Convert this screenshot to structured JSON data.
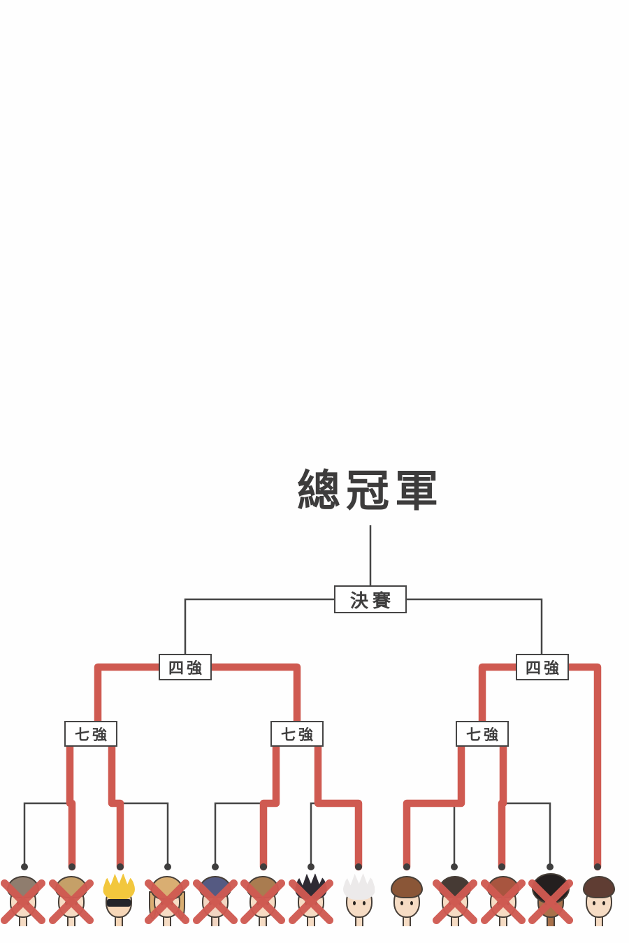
{
  "title": "總冠軍",
  "bracket": {
    "final_label": "決賽",
    "semi_label": "四強",
    "quarter_label": "七強"
  },
  "colors": {
    "advance_red": "#cf5a51",
    "line_gray": "#454545",
    "text_dark": "#3d3c3c"
  },
  "avatars": [
    {
      "label": "player-1",
      "eliminated": true,
      "reached": "round1",
      "hair": "#8f7d6e",
      "skin": "#f6dcc4",
      "style": "short",
      "sunglasses": false
    },
    {
      "label": "player-2",
      "eliminated": true,
      "reached": "quarter",
      "hair": "#c5a068",
      "skin": "#f6dcc4",
      "style": "short",
      "sunglasses": false
    },
    {
      "label": "player-3",
      "eliminated": false,
      "reached": "semifinal",
      "hair": "#f2c73d",
      "skin": "#f6d7b8",
      "style": "spiky",
      "sunglasses": true
    },
    {
      "label": "player-4",
      "eliminated": true,
      "reached": "round1",
      "hair": "#d9ae72",
      "skin": "#f6dcc4",
      "style": "long",
      "sunglasses": false
    },
    {
      "label": "player-5",
      "eliminated": true,
      "reached": "round1",
      "hair": "#555a82",
      "skin": "#f2d6c2",
      "style": "short",
      "sunglasses": false
    },
    {
      "label": "player-6",
      "eliminated": true,
      "reached": "quarter",
      "hair": "#a97c50",
      "skin": "#f6dcc4",
      "style": "short",
      "sunglasses": false
    },
    {
      "label": "player-7",
      "eliminated": true,
      "reached": "round1",
      "hair": "#2e2b33",
      "skin": "#f6dcc4",
      "style": "spiky",
      "sunglasses": false
    },
    {
      "label": "player-8",
      "eliminated": false,
      "reached": "semifinal",
      "hair": "#eceaea",
      "skin": "#f6dcc4",
      "style": "spiky",
      "sunglasses": false
    },
    {
      "label": "player-9",
      "eliminated": false,
      "reached": "semifinal",
      "hair": "#8a5637",
      "skin": "#f6dcc4",
      "style": "short",
      "sunglasses": false
    },
    {
      "label": "player-10",
      "eliminated": true,
      "reached": "round1",
      "hair": "#463a34",
      "skin": "#f6dcc4",
      "style": "short",
      "sunglasses": false
    },
    {
      "label": "player-11",
      "eliminated": true,
      "reached": "quarter",
      "hair": "#a8553f",
      "skin": "#f6dcc4",
      "style": "short",
      "sunglasses": false
    },
    {
      "label": "player-12",
      "eliminated": true,
      "reached": "round1",
      "hair": "#241f1f",
      "skin": "#a9714b",
      "style": "afro",
      "sunglasses": false
    },
    {
      "label": "player-13",
      "eliminated": false,
      "reached": "semifinal",
      "hair": "#5f3d33",
      "skin": "#f6dcc4",
      "style": "short",
      "sunglasses": false
    }
  ]
}
